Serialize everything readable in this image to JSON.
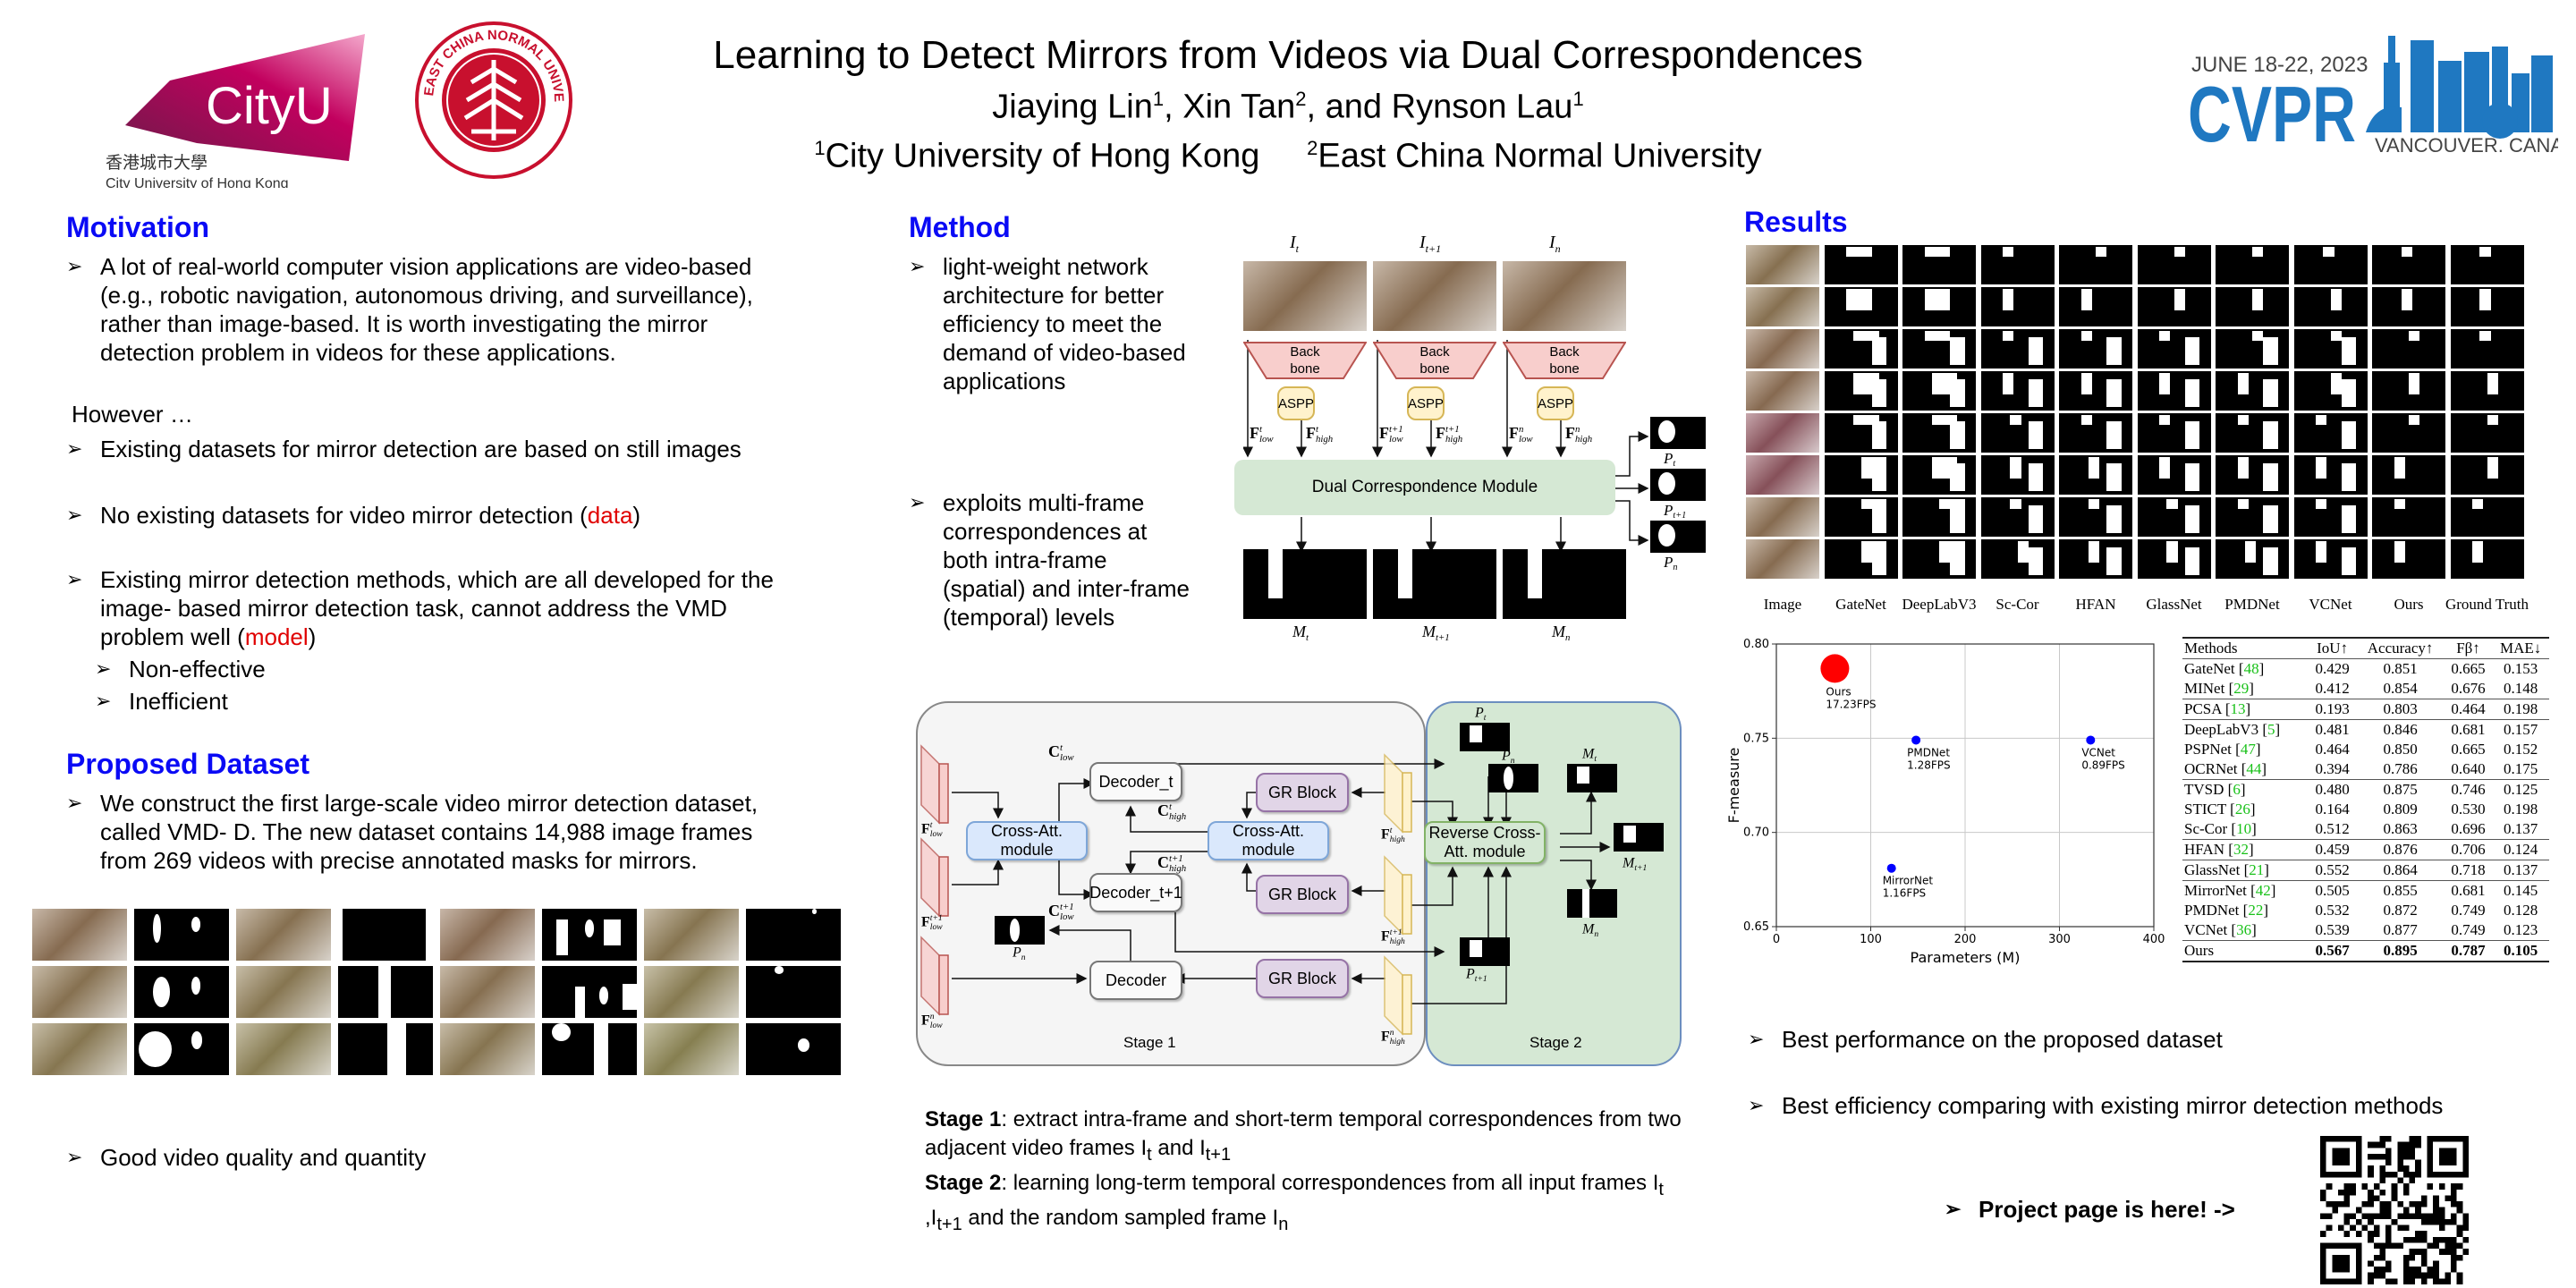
{
  "header": {
    "title": "Learning to Detect Mirrors from Videos via Dual Correspondences",
    "authors": [
      {
        "name": "Jiaying Lin",
        "aff": "1"
      },
      {
        "name": "Xin Tan",
        "aff": "2"
      },
      {
        "name": "Rynson Lau",
        "aff": "1"
      }
    ],
    "authors_sep1": ", ",
    "authors_sep2": ", and ",
    "affiliations": [
      {
        "num": "1",
        "name": "City University of Hong Kong"
      },
      {
        "num": "2",
        "name": "East China Normal University"
      }
    ],
    "logos": {
      "cityu": {
        "wordmark": "CityU",
        "chinese": "香港城市大學",
        "english": "City University of Hong Kong",
        "color": "#a5095f"
      },
      "ecnu": {
        "ring_text": "EAST CHINA NORMAL UNIVERSITY",
        "color": "#c8102e"
      },
      "cvpr": {
        "dates": "JUNE 18-22, 2023",
        "name": "CVPR",
        "location": "VANCOUVER, CANADA",
        "color": "#1f78c1"
      }
    }
  },
  "motivation": {
    "title": "Motivation",
    "intro": "A lot of real-world computer vision applications are video-based (e.g., robotic navigation, autonomous driving, and surveillance), rather than image-based. It is worth investigating the mirror detection problem in videos for these applications.",
    "however": "However …",
    "points": [
      {
        "text": "Existing datasets for mirror detection are based on still images"
      },
      {
        "text": "No existing datasets for video mirror detection (",
        "highlight": "data",
        "tail": ")"
      },
      {
        "text": "Existing mirror detection methods, which are all developed for the image- based mirror detection task, cannot address the VMD problem well (",
        "highlight": "model",
        "tail": ")"
      }
    ],
    "subpoints": [
      "Non-effective",
      "Inefficient"
    ]
  },
  "dataset": {
    "title": "Proposed Dataset",
    "description": "We construct the first large-scale video mirror detection dataset, called VMD- D. The new dataset contains 14,988 image frames from 269 videos with precise annotated masks for mirrors.",
    "quality_point": "Good video quality and quantity"
  },
  "method": {
    "title": "Method",
    "points": [
      "light-weight network architecture for better efficiency to meet the demand of video-based applications",
      "exploits multi-frame correspondences at both intra-frame (spatial) and inter-frame (temporal) levels"
    ],
    "overview": {
      "inputs": [
        "I_t",
        "I_t+1",
        "I_n"
      ],
      "backbone_label": "Back bone",
      "aspp_label": "ASPP",
      "module_label": "Dual Correspondence Module",
      "feature_labels": [
        [
          "F^t_low",
          "F^t_high"
        ],
        [
          "F^t+1_low",
          "F^t+1_high"
        ],
        [
          "F^n_low",
          "F^n_high"
        ]
      ],
      "outputs_M": [
        "M_t",
        "M_t+1",
        "M_n"
      ],
      "outputs_P": [
        "P_t",
        "P_t+1",
        "P_n"
      ]
    },
    "detail": {
      "cross_att_label": "Cross-Att. module",
      "decoder_t": "Decoder_t",
      "decoder_t1": "Decoder_t+1",
      "decoder": "Decoder",
      "gr_block": "GR Block",
      "reverse_module": "Reverse Cross-Att. module",
      "stage1": "Stage 1",
      "stage2": "Stage 2"
    },
    "stage_desc": [
      {
        "label": "Stage 1",
        "text": ": extract intra-frame and short-term temporal correspondences from two adjacent video frames I",
        "sub1": "t",
        "mid": " and I",
        "sub2": "t+1"
      },
      {
        "label": "Stage 2",
        "text": ": learning long-term temporal correspondences from all input frames  I",
        "sub1": "t",
        "mid": " ,I",
        "sub2": "t+1",
        "tail": " and the random sampled frame I",
        "sub3": "n"
      }
    ]
  },
  "results": {
    "title": "Results",
    "qual_columns": [
      "Image",
      "GateNet",
      "DeepLabV3",
      "Sc-Cor",
      "HFAN",
      "GlassNet",
      "PMDNet",
      "VCNet",
      "Ours",
      "Ground Truth"
    ],
    "table": {
      "headers": [
        "Methods",
        "IoU↑",
        "Accuracy↑",
        "Fβ↑",
        "MAE↓"
      ],
      "groups": [
        [
          {
            "method": "GateNet",
            "ref": "48",
            "values": [
              "0.429",
              "0.851",
              "0.665",
              "0.153"
            ]
          },
          {
            "method": "MINet",
            "ref": "29",
            "values": [
              "0.412",
              "0.854",
              "0.676",
              "0.148"
            ]
          }
        ],
        [
          {
            "method": "PCSA",
            "ref": "13",
            "values": [
              "0.193",
              "0.803",
              "0.464",
              "0.198"
            ]
          }
        ],
        [
          {
            "method": "DeepLabV3",
            "ref": "5",
            "values": [
              "0.481",
              "0.846",
              "0.681",
              "0.157"
            ]
          },
          {
            "method": "PSPNet",
            "ref": "47",
            "values": [
              "0.464",
              "0.850",
              "0.665",
              "0.152"
            ]
          },
          {
            "method": "OCRNet",
            "ref": "44",
            "values": [
              "0.394",
              "0.786",
              "0.640",
              "0.175"
            ]
          }
        ],
        [
          {
            "method": "TVSD",
            "ref": "6",
            "values": [
              "0.480",
              "0.875",
              "0.746",
              "0.125"
            ]
          },
          {
            "method": "STICT",
            "ref": "26",
            "values": [
              "0.164",
              "0.809",
              "0.530",
              "0.198"
            ]
          },
          {
            "method": "Sc-Cor",
            "ref": "10",
            "values": [
              "0.512",
              "0.863",
              "0.696",
              "0.137"
            ]
          }
        ],
        [
          {
            "method": "HFAN",
            "ref": "32",
            "values": [
              "0.459",
              "0.876",
              "0.706",
              "0.124"
            ]
          }
        ],
        [
          {
            "method": "GlassNet",
            "ref": "21",
            "values": [
              "0.552",
              "0.864",
              "0.718",
              "0.137"
            ]
          }
        ],
        [
          {
            "method": "MirrorNet",
            "ref": "42",
            "values": [
              "0.505",
              "0.855",
              "0.681",
              "0.145"
            ]
          },
          {
            "method": "PMDNet",
            "ref": "22",
            "values": [
              "0.532",
              "0.872",
              "0.749",
              "0.128"
            ]
          },
          {
            "method": "VCNet",
            "ref": "36",
            "values": [
              "0.539",
              "0.877",
              "0.749",
              "0.123"
            ]
          }
        ],
        [
          {
            "method": "Ours",
            "ref": "",
            "values": [
              "0.567",
              "0.895",
              "0.787",
              "0.105"
            ]
          }
        ]
      ]
    },
    "points": [
      "Best performance on the proposed dataset",
      "Best efficiency comparing with existing mirror detection methods"
    ],
    "project_link": "Project page is here! ->"
  },
  "chart_data": {
    "type": "scatter",
    "title": "",
    "xlabel": "Parameters (M)",
    "ylabel": "F-measure",
    "xlim": [
      0,
      400
    ],
    "ylim": [
      0.65,
      0.8
    ],
    "xticks": [
      0,
      100,
      200,
      300,
      400
    ],
    "yticks": [
      0.65,
      0.7,
      0.75,
      0.8
    ],
    "grid": true,
    "points": [
      {
        "name": "Ours",
        "fps": "17.23FPS",
        "x": 62,
        "y": 0.787,
        "color": "#ff0000",
        "size": "large"
      },
      {
        "name": "PMDNet",
        "fps": "1.28FPS",
        "x": 148,
        "y": 0.749,
        "color": "#0000ff",
        "size": "small"
      },
      {
        "name": "VCNet",
        "fps": "0.89FPS",
        "x": 333,
        "y": 0.749,
        "color": "#0000ff",
        "size": "small"
      },
      {
        "name": "MirrorNet",
        "fps": "1.16FPS",
        "x": 122,
        "y": 0.681,
        "color": "#0000ff",
        "size": "small"
      }
    ]
  }
}
